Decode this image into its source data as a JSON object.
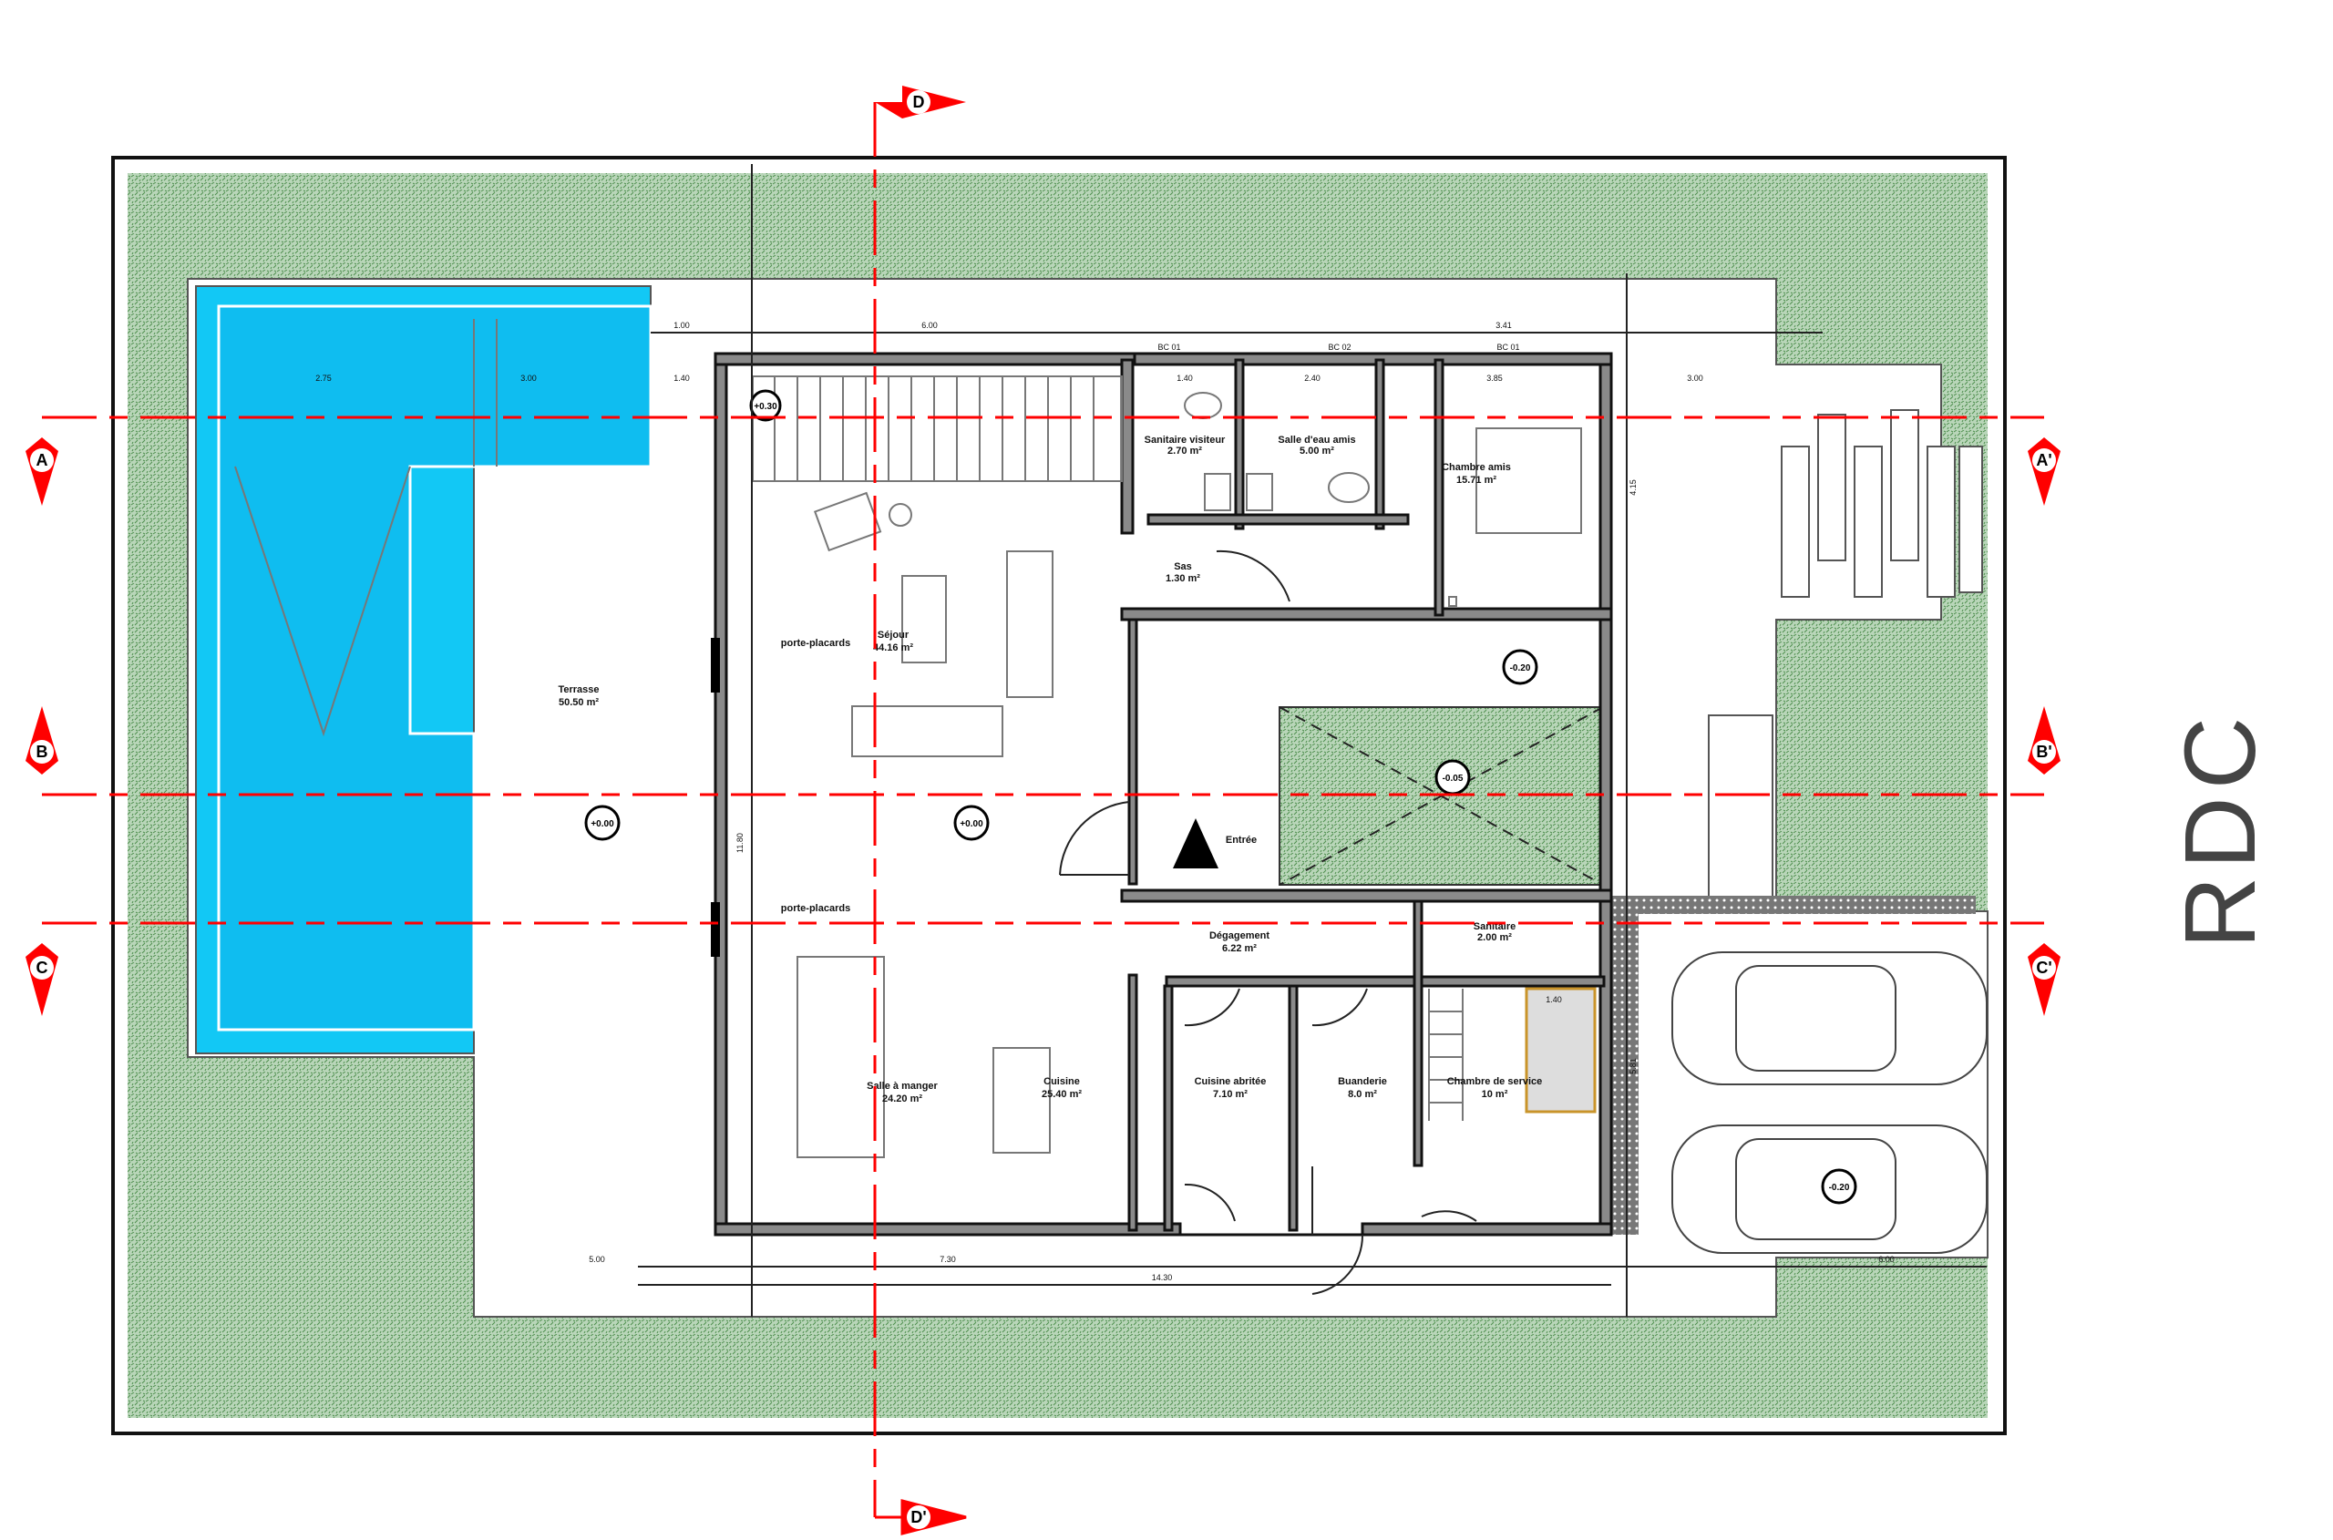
{
  "title": "RDC",
  "colors": {
    "grass": "#7fae7f",
    "pool": "#12c8f5",
    "section": "#ff0000",
    "wall": "#8a8a8a",
    "bed_service": "#c9942a"
  },
  "sections": {
    "a": "A",
    "a2": "A'",
    "b": "B",
    "b2": "B'",
    "c": "C",
    "c2": "C'",
    "d": "D",
    "d2": "D'"
  },
  "rooms": {
    "terrasse": {
      "name": "Terrasse",
      "area": "50.50 m²"
    },
    "sejour": {
      "name": "Séjour",
      "area": "44.16 m²"
    },
    "salle_manger": {
      "name": "Salle à manger",
      "area": "24.20 m²"
    },
    "cuisine": {
      "name": "Cuisine",
      "area": "25.40 m²"
    },
    "sanitaire": {
      "name": "Sanitaire visiteur",
      "area": "2.70 m²"
    },
    "salle_eau": {
      "name": "Salle d'eau amis",
      "area": "5.00 m²"
    },
    "chambre_amis": {
      "name": "Chambre amis",
      "area": "15.71 m²"
    },
    "sas": {
      "name": "Sas",
      "area": "1.30 m²"
    },
    "entree": {
      "name": "Entrée"
    },
    "degagement": {
      "name": "Dégagement",
      "area": "6.22 m²"
    },
    "sanitaire_service": {
      "name": "Sanitaire",
      "area": "2.00 m²"
    },
    "cuisine_abri": {
      "name": "Cuisine abritée",
      "area": "7.10 m²"
    },
    "buanderie": {
      "name": "Buanderie",
      "area": "8.0 m²"
    },
    "chambre_service": {
      "name": "Chambre de service",
      "area": "10 m²"
    },
    "porte1": "porte-placards",
    "porte2": "porte-placards"
  },
  "levels": {
    "terrasse": "+0.00",
    "sejour": "+0.00",
    "patio": "-0.05",
    "garage": "-0.20",
    "hall": "-0.20",
    "stairs": "+0.30"
  },
  "dims": {
    "top1": "1.00",
    "top2": "6.00",
    "top3": "3.41",
    "bc1": "BC 01",
    "bc2": "BC 02",
    "bc3": "BC 01",
    "d1": "1.40",
    "d2": "2.40",
    "d3": "3.85",
    "d4": "3.00",
    "d5": "2.75",
    "d6": "3.00",
    "d7": "1.40",
    "b1": "5.00",
    "b2": "7.30",
    "b3": "14.30",
    "b4": "6.00",
    "bed": "1.40",
    "v1": "11.80",
    "v2": "5.81",
    "v3": "4.15"
  }
}
